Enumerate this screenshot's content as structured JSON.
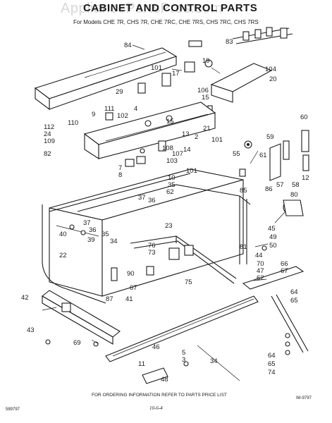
{
  "watermark": "AppliancePartsPros.com",
  "title": "CABINET AND CONTROL PARTS",
  "subtitle": "For Models CHE 7R, CHS 7R, CHE 7RC, CHE 7RS, CHS 7RC, CHS 7RS",
  "footer": "FOR ORDERING INFORMATION REFER TO PARTS PRICE LIST",
  "ref_left": "589797",
  "ref_right": "IM-9797",
  "handwritten": "10-6-4",
  "part_numbers": [
    "84",
    "83",
    "101",
    "17",
    "19",
    "104",
    "20",
    "29",
    "106",
    "15",
    "102",
    "111",
    "9",
    "110",
    "112",
    "24",
    "109",
    "82",
    "15",
    "13",
    "2",
    "4",
    "101",
    "14",
    "108",
    "107",
    "55",
    "21",
    "60",
    "59",
    "103",
    "7",
    "8",
    "101",
    "10",
    "61",
    "35",
    "36",
    "37",
    "62",
    "86",
    "57",
    "12",
    "58",
    "80",
    "85",
    "23",
    "37",
    "36",
    "35",
    "40",
    "39",
    "34",
    "81",
    "45",
    "49",
    "50",
    "22",
    "76",
    "90",
    "73",
    "66",
    "67",
    "44",
    "70",
    "47",
    "62",
    "64",
    "65",
    "42",
    "87",
    "41",
    "75",
    "67",
    "43",
    "69",
    "46",
    "5",
    "3",
    "11",
    "34",
    "64",
    "65",
    "74",
    "48"
  ],
  "colors": {
    "ink": "#1a1a1a",
    "paper": "#ffffff",
    "watermark": "#d7d7d7"
  }
}
